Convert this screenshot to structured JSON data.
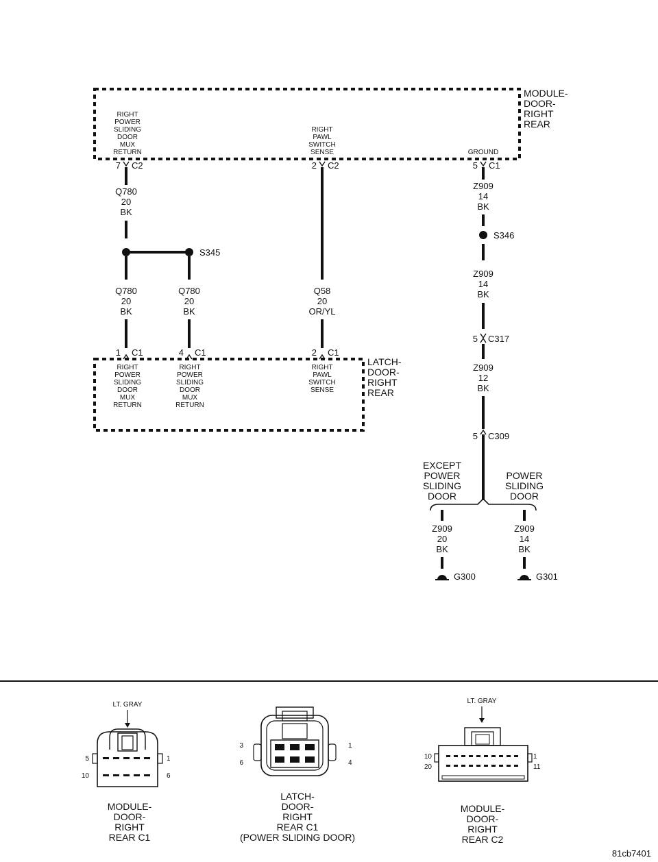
{
  "module": {
    "label": [
      "MODULE-",
      "DOOR-",
      "RIGHT",
      "REAR"
    ],
    "pin_a_label": [
      "RIGHT",
      "POWER",
      "SLIDING",
      "DOOR",
      "MUX",
      "RETURN"
    ],
    "pin_b_label": [
      "RIGHT",
      "PAWL",
      "SWITCH",
      "SENSE"
    ],
    "pin_c_label": "GROUND",
    "pin_a": "7",
    "pin_a_conn": "C2",
    "pin_b": "2",
    "pin_b_conn": "C2",
    "pin_c": "5",
    "pin_c_conn": "C1"
  },
  "wires": {
    "w1": [
      "Q780",
      "20",
      "BK"
    ],
    "w2": [
      "Q780",
      "20",
      "BK"
    ],
    "w3": [
      "Q780",
      "20",
      "BK"
    ],
    "w4": [
      "Q58",
      "20",
      "OR/YL"
    ],
    "w5": [
      "Z909",
      "14",
      "BK"
    ],
    "w6": [
      "Z909",
      "14",
      "BK"
    ],
    "w7": [
      "Z909",
      "12",
      "BK"
    ],
    "w8": [
      "Z909",
      "20",
      "BK"
    ],
    "w9": [
      "Z909",
      "14",
      "BK"
    ]
  },
  "splices": {
    "s345": "S345",
    "s346": "S346"
  },
  "inline": {
    "c317_pin": "5",
    "c317": "C317",
    "c309_pin": "5",
    "c309": "C309"
  },
  "latch": {
    "label": [
      "LATCH-",
      "DOOR-",
      "RIGHT",
      "REAR"
    ],
    "pin1_label": [
      "RIGHT",
      "POWER",
      "SLIDING",
      "DOOR",
      "MUX",
      "RETURN"
    ],
    "pin4_label": [
      "RIGHT",
      "POWER",
      "SLIDING",
      "DOOR",
      "MUX",
      "RETURN"
    ],
    "pin2_label": [
      "RIGHT",
      "PAWL",
      "SWITCH",
      "SENSE"
    ],
    "pin1": "1",
    "pin1_conn": "C1",
    "pin4": "4",
    "pin4_conn": "C1",
    "pin2": "2",
    "pin2_conn": "C1"
  },
  "branch": {
    "left": [
      "EXCEPT",
      "POWER",
      "SLIDING",
      "DOOR"
    ],
    "right": [
      "POWER",
      "SLIDING",
      "DOOR"
    ]
  },
  "grounds": {
    "g300": "G300",
    "g301": "G301"
  },
  "views": {
    "v1": {
      "color": "LT. GRAY",
      "pins": [
        "5",
        "1",
        "10",
        "6"
      ],
      "caption": [
        "MODULE-",
        "DOOR-",
        "RIGHT",
        "REAR C1"
      ]
    },
    "v2": {
      "pins": [
        "3",
        "1",
        "6",
        "4"
      ],
      "caption": [
        "LATCH-",
        "DOOR-",
        "RIGHT",
        "REAR C1",
        "(POWER SLIDING DOOR)"
      ]
    },
    "v3": {
      "color": "LT. GRAY",
      "pins": [
        "10",
        "1",
        "20",
        "11"
      ],
      "caption": [
        "MODULE-",
        "DOOR-",
        "RIGHT",
        "REAR C2"
      ]
    }
  },
  "figure_id": "81cb7401"
}
